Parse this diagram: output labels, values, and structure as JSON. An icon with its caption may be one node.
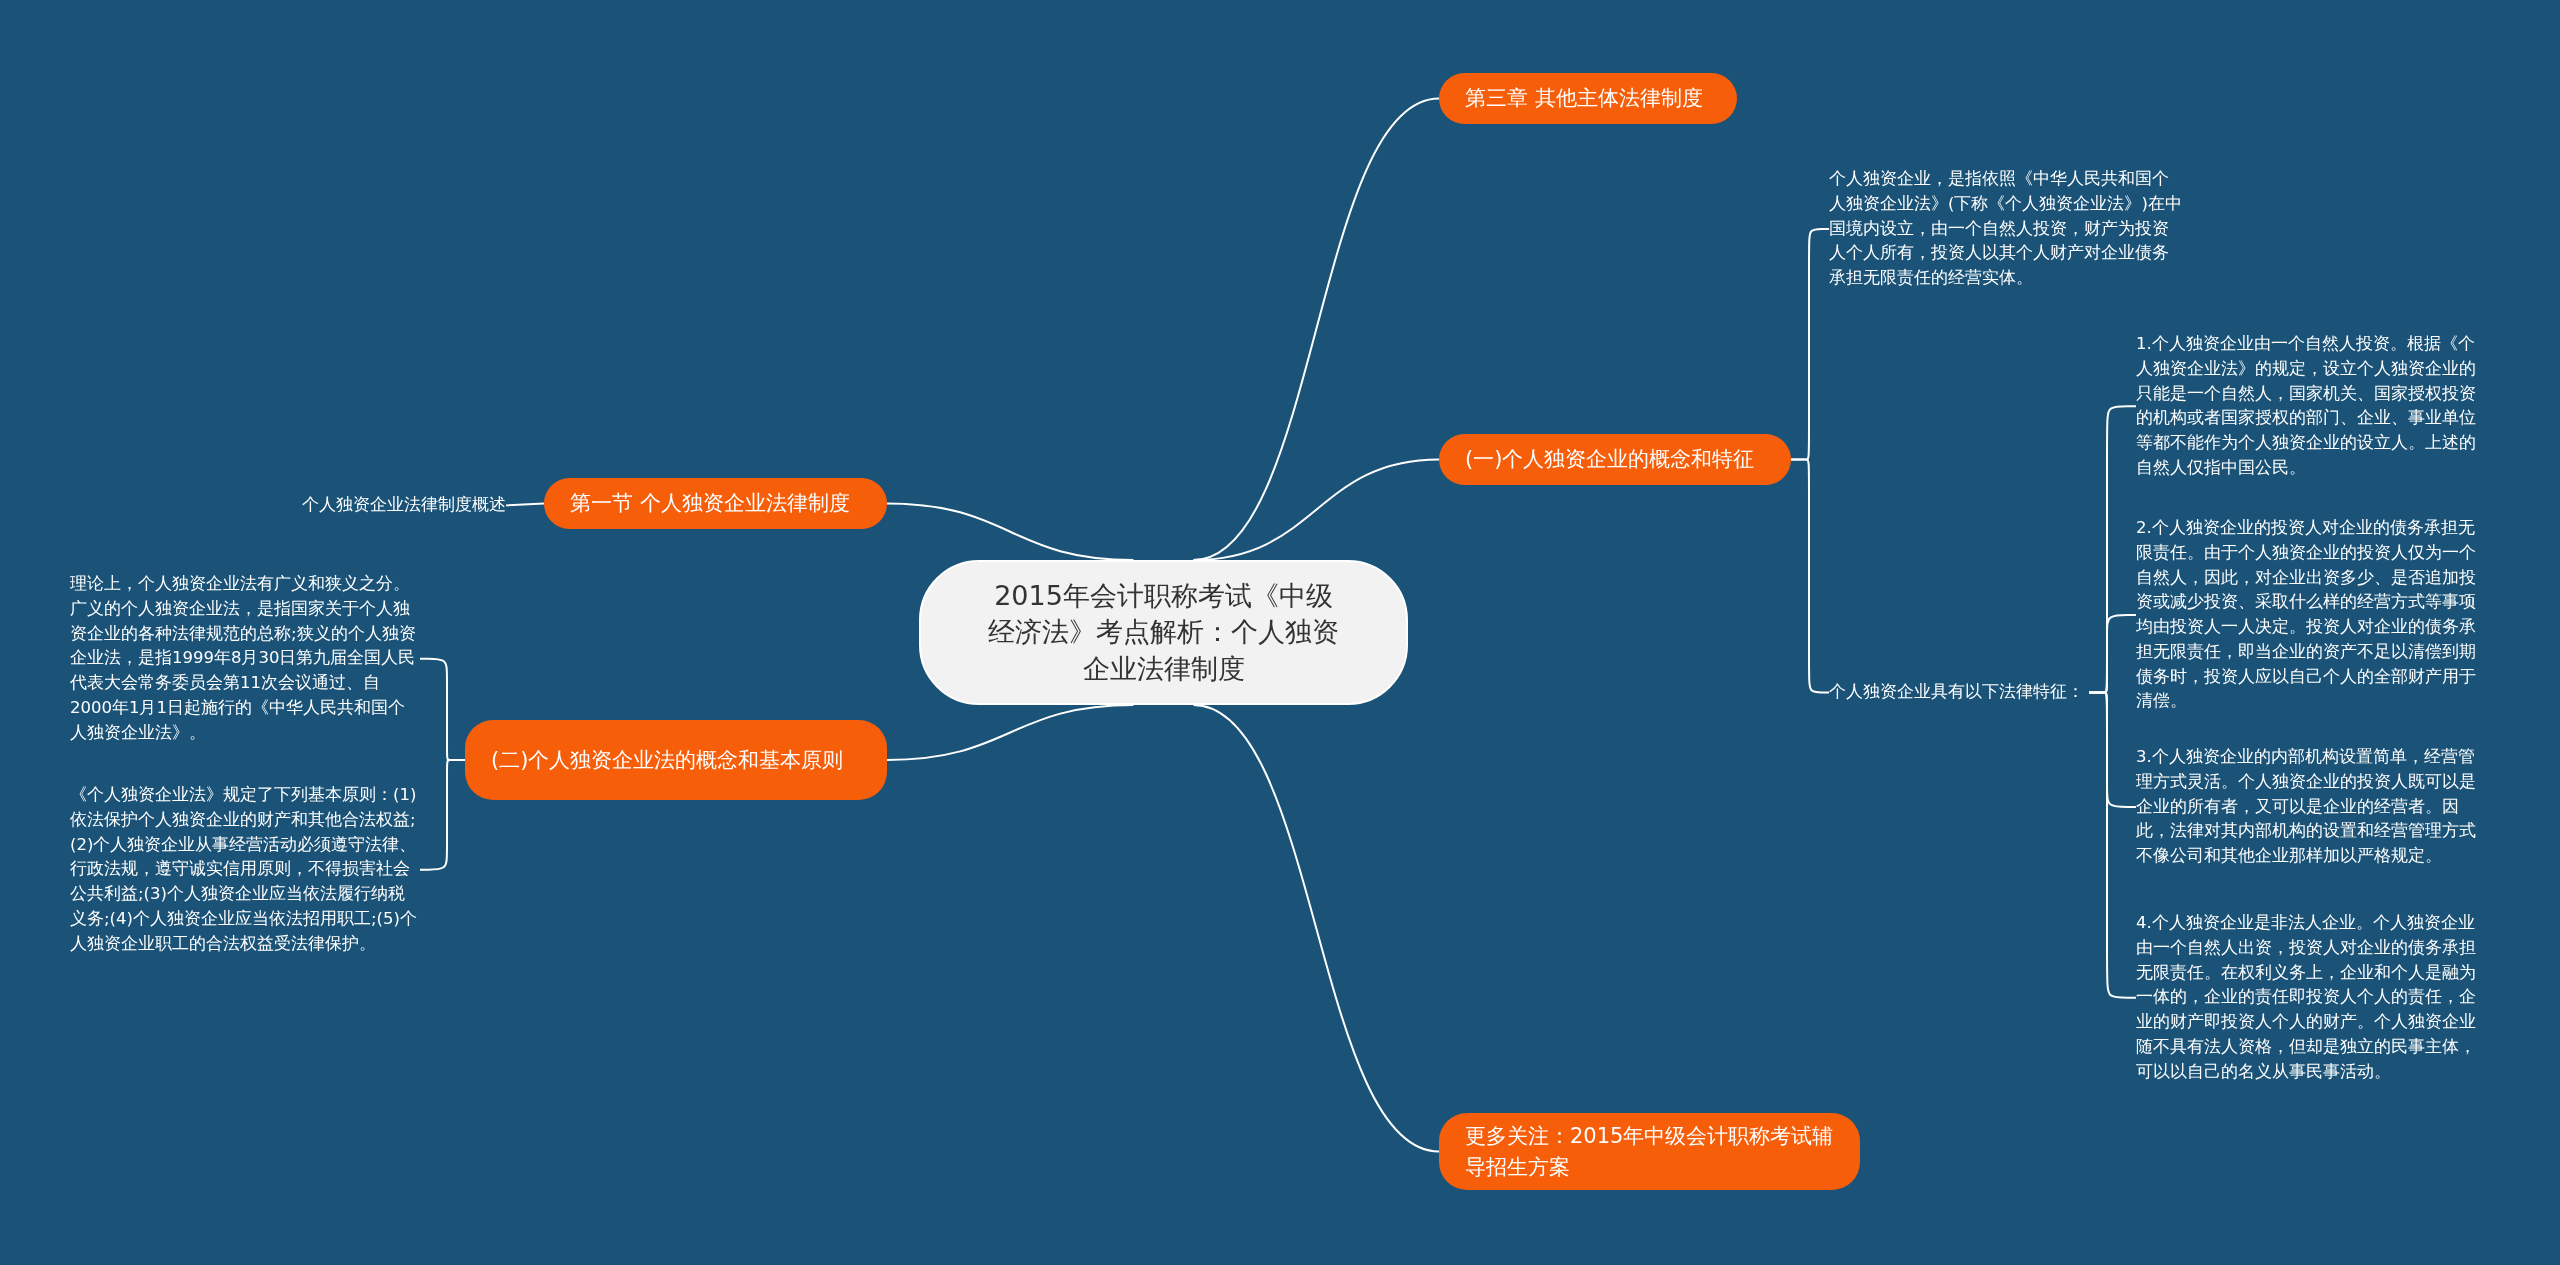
{
  "diagram": {
    "nodes": [
      {
        "text": [
          "2015年会计职称考试《中级经济法》考点解析：个人独资企业法律制度"
        ]
      },
      {
        "text": [
          "第三章 其他主体法律制度"
        ]
      },
      {
        "text": [
          "(一)个人独资企业的概念和特征"
        ]
      },
      {
        "text": [
          "个人独资企业，是指依照《中华人民共和国个人独资企业法》(下称《个人独资企业法》)在中国境内设立，由一个自然人投资，财产为投资人个人所有，投资人以其个人财产对企业债务承担无限责任的经营实体。"
        ]
      },
      {
        "text": [
          "个人独资企业具有以下法律特征："
        ]
      },
      {
        "text": [
          "1.个人独资企业由一个自然人投资。根据《个人独资企业法》的规定，设立个人独资企业的只能是一个自然人，国家机关、国家授权投资的机构或者国家授权的部门、企业、事业单位等都不能作为个人独资企业的设立人。上述的自然人仅指中国公民。"
        ]
      },
      {
        "text": [
          "2.个人独资企业的投资人对企业的债务承担无限责任。由于个人独资企业的投资人仅为一个自然人，因此，对企业出资多少、是否追加投资或减少投资、采取什么样的经营方式等事项均由投资人一人决定。投资人对企业的债务承担无限责任，即当企业的资产不足以清偿到期债务时，投资人应以自己个人的全部财产用于清偿。"
        ]
      },
      {
        "text": [
          "3.个人独资企业的内部机构设置简单，经营管理方式灵活。个人独资企业的投资人既可以是企业的所有者，又可以是企业的经营者。因此，法律对其内部机构的设置和经营管理方式不像公司和其他企业那样加以严格规定。"
        ]
      },
      {
        "text": [
          "4.个人独资企业是非法人企业。个人独资企业由一个自然人出资，投资人对企业的债务承担无限责任。在权利义务上，企业和个人是融为一体的，企业的责任即投资人个人的责任，企业的财产即投资人个人的财产。个人独资企业随不具有法人资格，但却是独立的民事主体，可以以自己的名义从事民事活动。"
        ]
      },
      {
        "text": [
          "更多关注：2015年中级会计职称考试辅导招生方案"
        ]
      },
      {
        "text": [
          "第一节 个人独资企业法律制度"
        ]
      },
      {
        "text": [
          "个人独资企业法律制度概述"
        ]
      },
      {
        "text": [
          "(二)个人独资企业法的概念和基本原则"
        ]
      },
      {
        "text": [
          "理论上，个人独资企业法有广义和狭义之分。广义的个人独资企业法，是指国家关于个人独资企业的各种法律规范的总称;狭义的个人独资企业法，是指1999年8月30日第九届全国人民代表大会常务委员会第11次会议通过、自2000年1月1日起施行的《中华人民共和国个人独资企业法》。"
        ]
      },
      {
        "text": [
          "《个人独资企业法》规定了下列基本原则：(1)依法保护个人独资企业的财产和其他合法权益;(2)个人独资企业从事经营活动必须遵守法律、行政法规，遵守诚实信用原则，不得损害社会公共利益;(3)个人独资企业应当依法履行纳税义务;(4)个人独资企业应当依法招用职工;(5)个人独资企业职工的合法权益受法律保护。"
        ]
      }
    ],
    "edges": [
      {
        "from": 0,
        "to": 1,
        "arrow": "none"
      },
      {
        "from": 0,
        "to": 2,
        "arrow": "none"
      },
      {
        "from": 2,
        "to": 3,
        "arrow": "none"
      },
      {
        "from": 2,
        "to": 4,
        "arrow": "none"
      },
      {
        "from": 4,
        "to": 5,
        "arrow": "none"
      },
      {
        "from": 4,
        "to": 6,
        "arrow": "none"
      },
      {
        "from": 4,
        "to": 7,
        "arrow": "none"
      },
      {
        "from": 4,
        "to": 8,
        "arrow": "none"
      },
      {
        "from": 0,
        "to": 9,
        "arrow": "none"
      },
      {
        "from": 0,
        "to": 10,
        "arrow": "none"
      },
      {
        "from": 10,
        "to": 11,
        "arrow": "none"
      },
      {
        "from": 0,
        "to": 12,
        "arrow": "none"
      },
      {
        "from": 12,
        "to": 13,
        "arrow": "none"
      },
      {
        "from": 12,
        "to": 14,
        "arrow": "none"
      }
    ]
  }
}
